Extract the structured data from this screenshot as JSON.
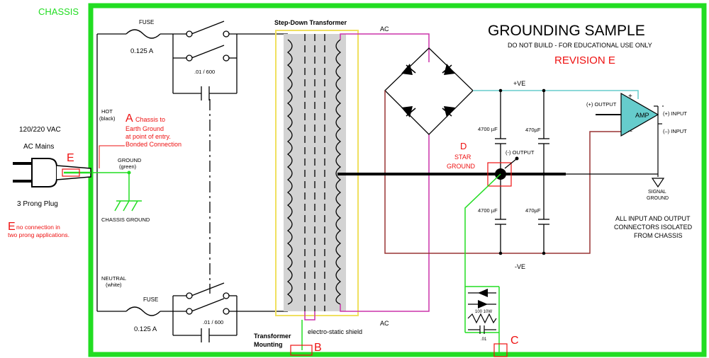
{
  "chassis_label": "CHASSIS",
  "title": "GROUNDING SAMPLE",
  "subtitle": "DO NOT BUILD - FOR EDUCATIONAL USE ONLY",
  "revision": "REVISION  E",
  "transformer": {
    "title": "Step-Down Transformer",
    "mounting_line1": "Transformer",
    "mounting_line2": "Mounting",
    "shield_label": "electro-static shield"
  },
  "mains": {
    "voltage": "120/220 VAC",
    "label": "AC Mains",
    "plug": "3 Prong Plug",
    "hot": "HOT",
    "hot_color": "(black)",
    "neutral": "NEUTRAL",
    "neutral_color": "(white)",
    "ground": "GROUND",
    "ground_color": "(green)",
    "chassis_ground": "CHASSIS GROUND"
  },
  "fuses": {
    "top_label": "FUSE",
    "top_rating": "0.125 A",
    "bottom_label": "FUSE",
    "bottom_rating": "0.125 A",
    "top_cap": ".01 / 600",
    "bottom_cap": ".01 / 600"
  },
  "rectifier": {
    "ac_top": "AC",
    "ac_bottom": "AC",
    "pos": "+VE",
    "neg": "-VE"
  },
  "caps": {
    "c1": "4700 µF",
    "c2": "470µF",
    "c3": "4700 µF",
    "c4": "470µF"
  },
  "amp": {
    "label": "AMP",
    "plus": "+",
    "minus": "–",
    "out_pos": "(+) OUTPUT",
    "out_neg": "(-) OUTPUT",
    "in_pos": "(+) INPUT",
    "in_neg": "(–) INPUT",
    "signal_ground_1": "SIGNAL",
    "signal_ground_2": "GROUND"
  },
  "ground_link": {
    "res": "100 10W",
    "cap": ".01"
  },
  "notes": {
    "a_letter": "A",
    "a_line1": "Chassis to",
    "a_line2": "Earth Ground",
    "a_line3": "at point of entry.",
    "a_line4": "Bonded Connection",
    "b_letter": "B",
    "c_letter": "C",
    "d_letter": "D",
    "d_line1": "STAR",
    "d_line2": "GROUND",
    "e_letter": "E",
    "e_note_letter": "E",
    "e_note_1": "no connection in",
    "e_note_2": "two prong applications.",
    "isolation_1": "ALL INPUT AND OUTPUT",
    "isolation_2": "CONNECTORS ISOLATED",
    "isolation_3": "FROM CHASSIS"
  },
  "colors": {
    "chassis": "#22dd22",
    "wire": "#000000",
    "ac": "#cc33aa",
    "positive": "#66cccc",
    "negative": "#993333",
    "notes": "#ee1111",
    "transformer_core": "#d3d3d3",
    "transformer_frame": "#f0e060"
  }
}
